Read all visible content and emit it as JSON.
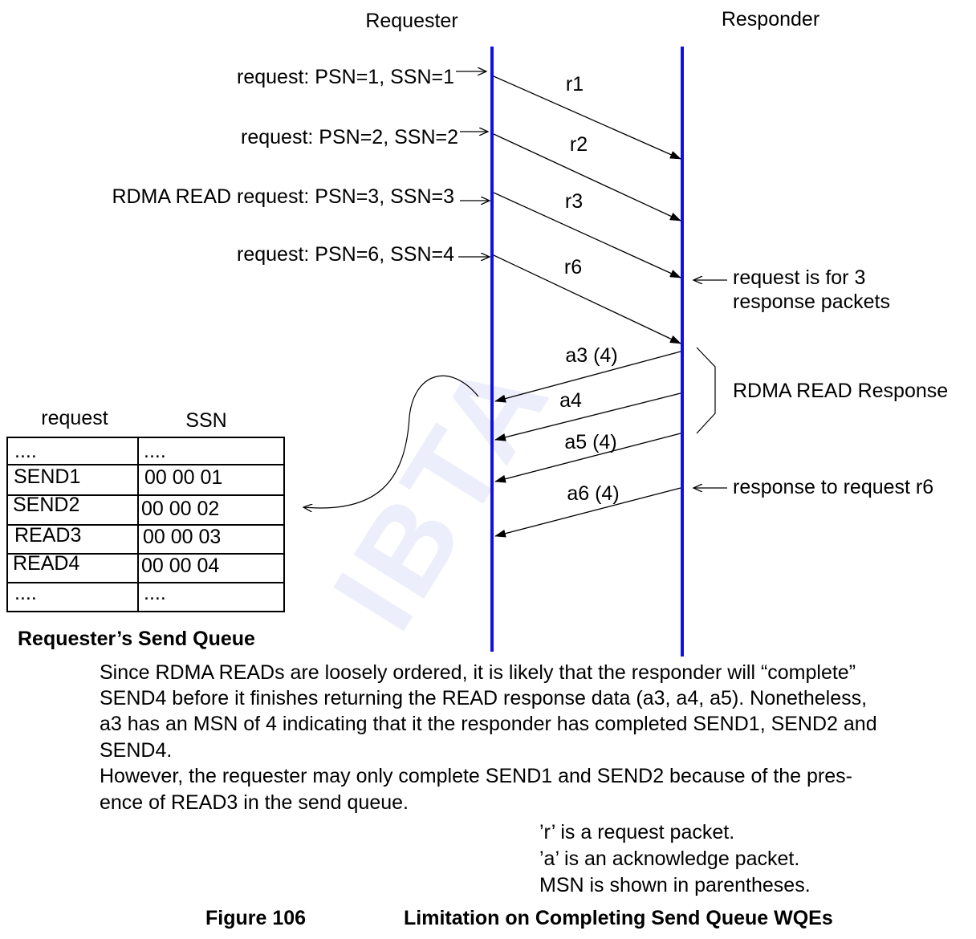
{
  "headers": {
    "requester": "Requester",
    "responder": "Responder"
  },
  "requests": [
    {
      "text": "request: PSN=1, SSN=1",
      "packet": "r1"
    },
    {
      "text": "request: PSN=2, SSN=2",
      "packet": "r2"
    },
    {
      "text": "RDMA READ request: PSN=3, SSN=3",
      "packet": "r3"
    },
    {
      "text": "request: PSN=6, SSN=4",
      "packet": "r6"
    }
  ],
  "responses": [
    "a3 (4)",
    "a4",
    "a5 (4)",
    "a6 (4)"
  ],
  "notes": {
    "read_request_1": "request is for 3",
    "read_request_2": "response packets",
    "read_response": "RDMA READ Response",
    "r6_response": "response to request r6"
  },
  "watermark": "IBTA",
  "queue": {
    "col_request": "request",
    "col_ssn": "SSN",
    "rows": [
      {
        "request": "....",
        "ssn": "...."
      },
      {
        "request": "SEND1",
        "ssn": "00 00 01"
      },
      {
        "request": "SEND2",
        "ssn": "00 00 02"
      },
      {
        "request": "READ3",
        "ssn": "00 00 03"
      },
      {
        "request": "READ4",
        "ssn": "00 00 04"
      },
      {
        "request": "....",
        "ssn": "...."
      }
    ],
    "title": "Requester’s Send Queue"
  },
  "body_text": {
    "line1": "Since RDMA READs are loosely ordered, it is likely that the responder will “complete”",
    "line2": "SEND4 before it finishes returning the READ response data (a3, a4, a5). Nonetheless,",
    "line3": "a3 has an MSN of 4 indicating that it the responder has completed SEND1, SEND2 and",
    "line4": "SEND4.",
    "line5": "However, the requester may only complete SEND1 and SEND2 because of the pres-",
    "line6": "ence of READ3 in the send queue."
  },
  "legend": {
    "line1": "’r’ is a request packet.",
    "line2": "’a’ is an acknowledge packet.",
    "line3": "MSN is shown in parentheses."
  },
  "figure": {
    "number": "Figure 106",
    "title": "Limitation on Completing Send Queue WQEs"
  },
  "colors": {
    "timeline": "#1010e0",
    "watermark": "#eceefb"
  }
}
